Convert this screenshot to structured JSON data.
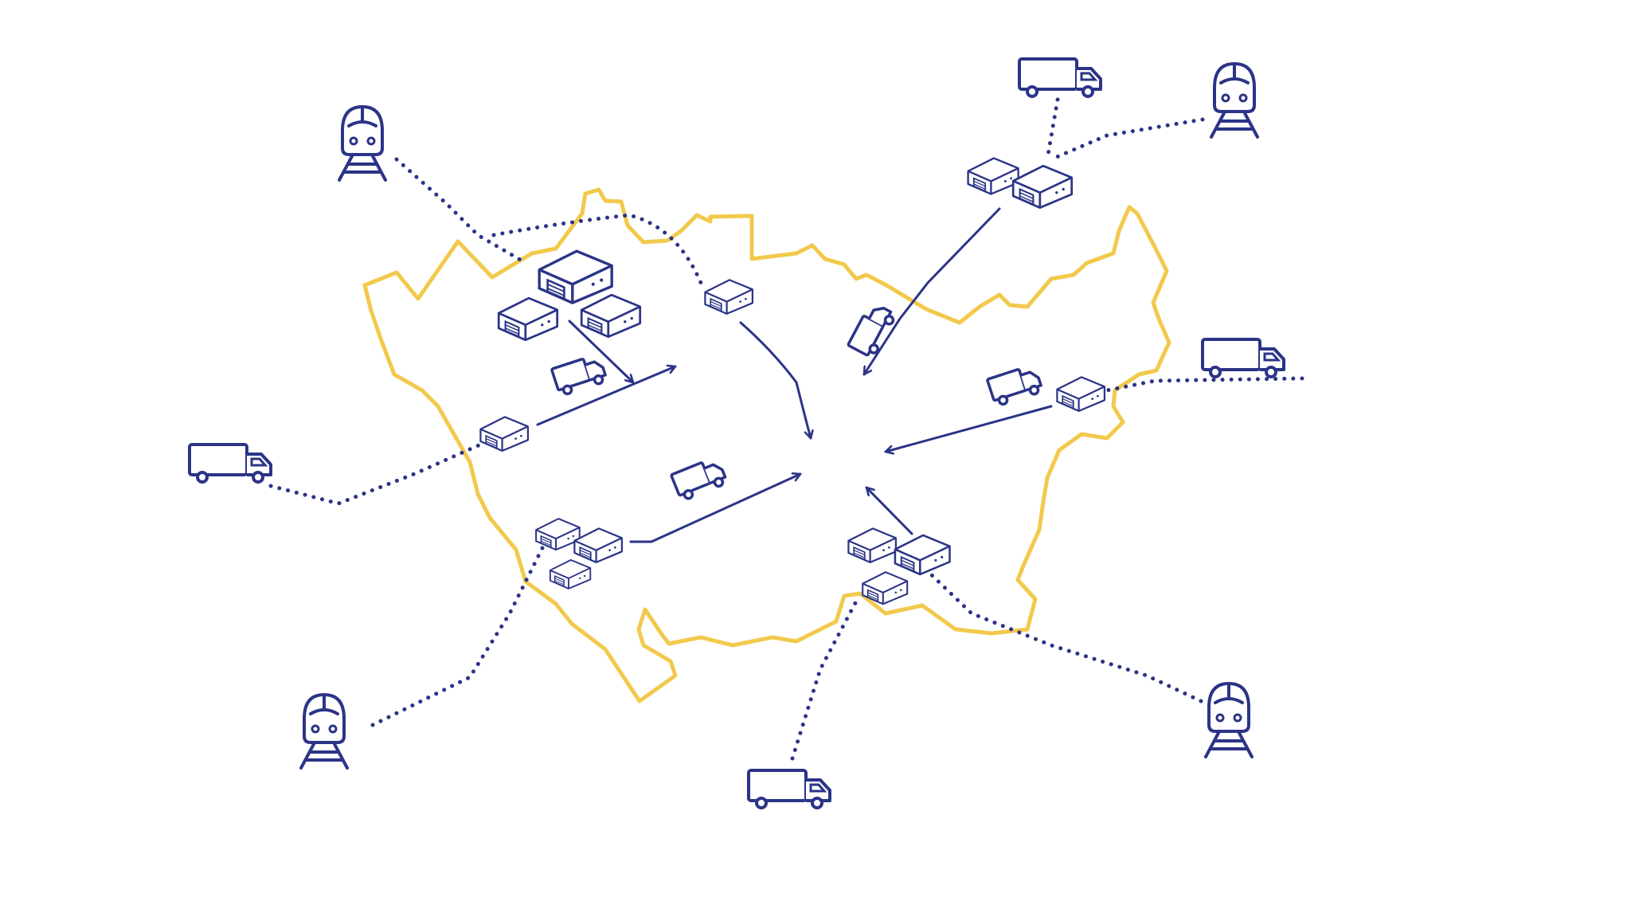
{
  "colors": {
    "background": "#ffffff",
    "boundary": "#f2c94c",
    "icons": "#2b3487"
  },
  "legend": [],
  "icons": {
    "train": "train-icon",
    "truck": "truck-icon",
    "warehouse": "warehouse-icon"
  },
  "nodes": [
    {
      "id": "train-nw",
      "kind": "train"
    },
    {
      "id": "train-ne",
      "kind": "train"
    },
    {
      "id": "train-sw",
      "kind": "train"
    },
    {
      "id": "train-se",
      "kind": "train"
    },
    {
      "id": "truck-top",
      "kind": "truck"
    },
    {
      "id": "truck-east",
      "kind": "truck"
    },
    {
      "id": "truck-west",
      "kind": "truck"
    },
    {
      "id": "truck-south",
      "kind": "truck"
    },
    {
      "id": "warehouse-cluster-nw",
      "kind": "warehouse"
    },
    {
      "id": "warehouse-cluster-ne",
      "kind": "warehouse"
    },
    {
      "id": "warehouse-cluster-sw",
      "kind": "warehouse"
    },
    {
      "id": "warehouse-cluster-se",
      "kind": "warehouse"
    },
    {
      "id": "warehouse-north",
      "kind": "warehouse"
    },
    {
      "id": "warehouse-west",
      "kind": "warehouse"
    },
    {
      "id": "warehouse-east",
      "kind": "warehouse"
    }
  ],
  "edges": {
    "external_dotted": [
      {
        "from": "train-nw",
        "to": "warehouse-cluster-nw"
      },
      {
        "from": "train-nw",
        "to": "warehouse-north"
      },
      {
        "from": "truck-top",
        "to": "warehouse-cluster-ne"
      },
      {
        "from": "train-ne",
        "to": "warehouse-cluster-ne"
      },
      {
        "from": "truck-east",
        "to": "warehouse-east"
      },
      {
        "from": "truck-west",
        "to": "warehouse-west"
      },
      {
        "from": "train-sw",
        "to": "warehouse-cluster-sw"
      },
      {
        "from": "truck-south",
        "to": "warehouse-cluster-se"
      },
      {
        "from": "train-se",
        "to": "warehouse-cluster-se"
      }
    ],
    "internal_arrows": [
      {
        "from": "warehouse-cluster-nw",
        "to": "center"
      },
      {
        "from": "warehouse-west",
        "to": "center"
      },
      {
        "from": "warehouse-north",
        "to": "center"
      },
      {
        "from": "warehouse-cluster-ne",
        "to": "center"
      },
      {
        "from": "warehouse-east",
        "to": "center"
      },
      {
        "from": "warehouse-cluster-sw",
        "to": "center"
      },
      {
        "from": "warehouse-cluster-se",
        "to": "center"
      }
    ]
  }
}
